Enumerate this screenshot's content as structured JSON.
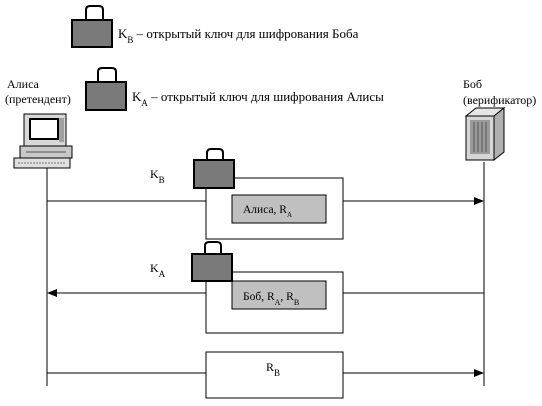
{
  "legend": {
    "kb": {
      "sym": "K",
      "sub": "B",
      "text": " – открытый ключ для шифрования Боба"
    },
    "ka": {
      "sym": "K",
      "sub": "A",
      "text": " – открытый ключ для шифрования Алисы"
    }
  },
  "alice": {
    "name": "Алиса",
    "role": "(претендент)"
  },
  "bob": {
    "name": "Боб",
    "role": "(верификатор)"
  },
  "messages": [
    {
      "key": {
        "sym": "K",
        "sub": "B"
      },
      "content": "Алиса, R",
      "content_sub": "A",
      "direction": "alice-to-bob"
    },
    {
      "key": {
        "sym": "K",
        "sub": "A"
      },
      "content_parts": [
        "Боб, R",
        "A",
        ", R",
        "B"
      ],
      "direction": "bob-to-alice"
    },
    {
      "content": "R",
      "content_sub": "B",
      "direction": "alice-to-bob"
    }
  ],
  "colors": {
    "lock": "#7a7a7a",
    "inner_box": "#c0c0c0",
    "line": "#000000"
  }
}
